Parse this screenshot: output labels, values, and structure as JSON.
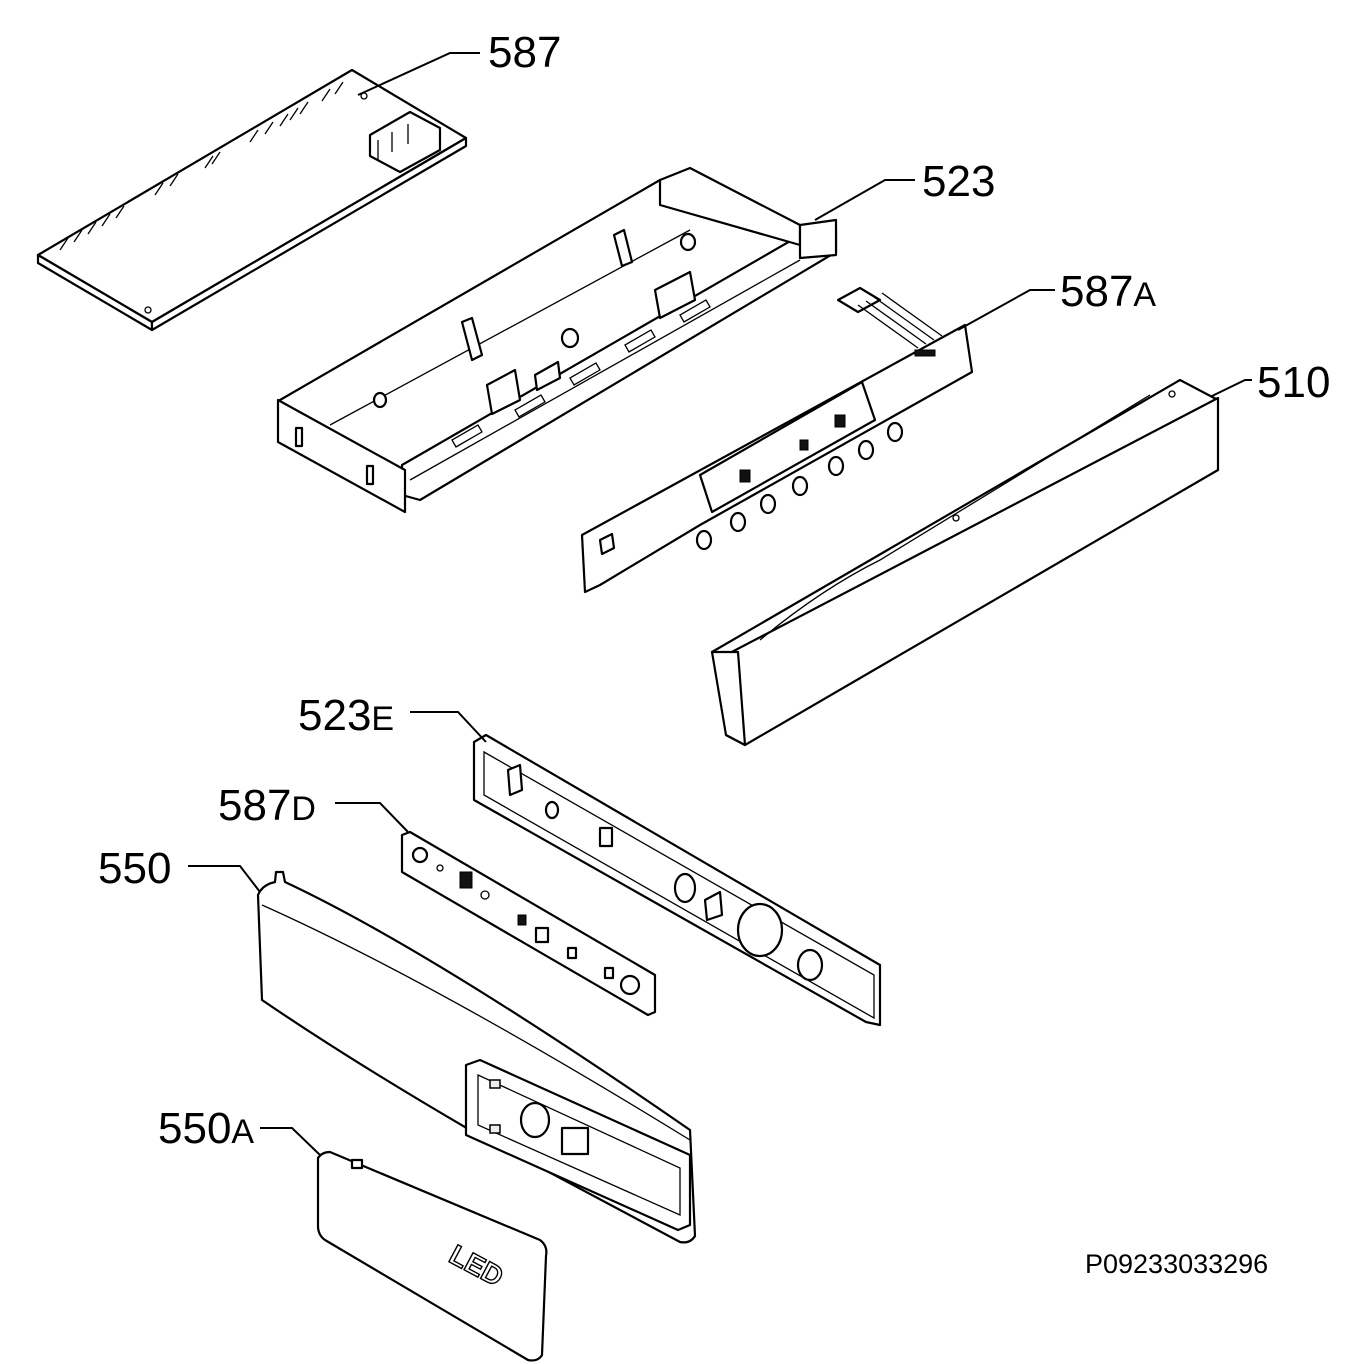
{
  "diagram": {
    "reference_code": "P09233033296",
    "part_labels": [
      {
        "id": "587",
        "num": "587",
        "suffix": ""
      },
      {
        "id": "523",
        "num": "523",
        "suffix": ""
      },
      {
        "id": "587A",
        "num": "587",
        "suffix": "A"
      },
      {
        "id": "510",
        "num": "510",
        "suffix": ""
      },
      {
        "id": "523E",
        "num": "523",
        "suffix": "E"
      },
      {
        "id": "587D",
        "num": "587",
        "suffix": "D"
      },
      {
        "id": "550",
        "num": "550",
        "suffix": ""
      },
      {
        "id": "550A",
        "num": "550",
        "suffix": "A"
      }
    ],
    "cap_text": "LED"
  }
}
